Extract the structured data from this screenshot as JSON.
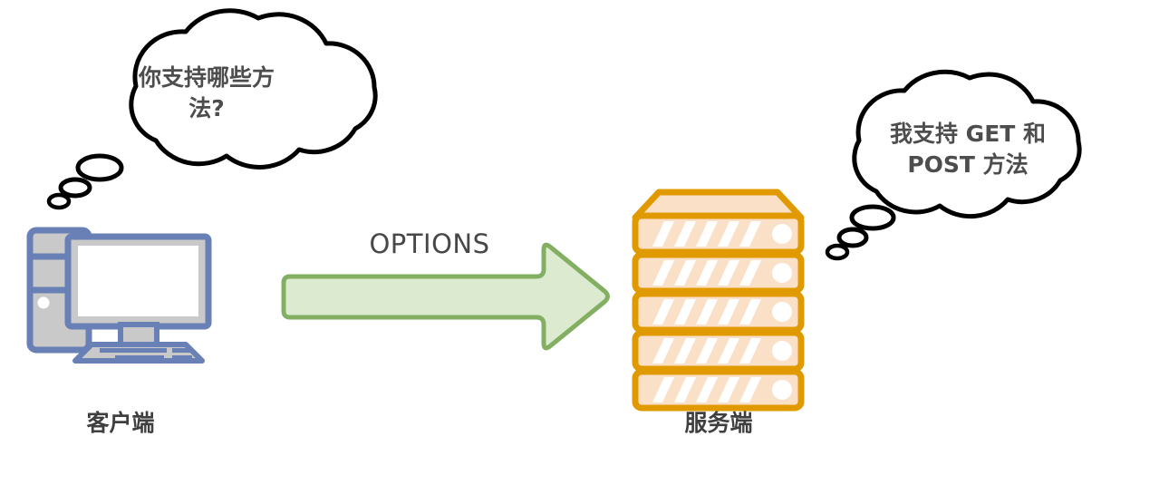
{
  "diagram": {
    "title": "HTTP OPTIONS client-server exchange",
    "background": "#ffffff",
    "colors": {
      "bubble_stroke": "#000000",
      "bubble_fill": "#ffffff",
      "bubble_text": "#4d4d4d",
      "client_stroke": "#6880b5",
      "client_fill": "#c9c9c9",
      "client_screen": "#ffffff",
      "server_stroke": "#e09a00",
      "server_fill": "#fbe0c8",
      "server_slash": "#ffffff",
      "arrow_fill": "#dcead0",
      "arrow_stroke": "#82af62",
      "label_text": "#3f3f3f",
      "arrow_label_text": "#474747"
    }
  },
  "client": {
    "icon_name": "desktop-computer-icon",
    "label": "客户端",
    "bubble": {
      "icon_name": "thought-bubble-left",
      "lines": [
        "你支持哪些方",
        "法?"
      ],
      "text": "你支持哪些方法?"
    }
  },
  "server": {
    "icon_name": "server-rack-icon",
    "label": "服务端",
    "tiers": 5,
    "bubble": {
      "icon_name": "thought-bubble-right",
      "lines": [
        "我支持 GET 和",
        "POST 方法"
      ],
      "text": "我支持 GET 和 POST 方法"
    }
  },
  "arrow": {
    "icon_name": "right-arrow-icon",
    "label": "OPTIONS",
    "direction": "client-to-server"
  }
}
